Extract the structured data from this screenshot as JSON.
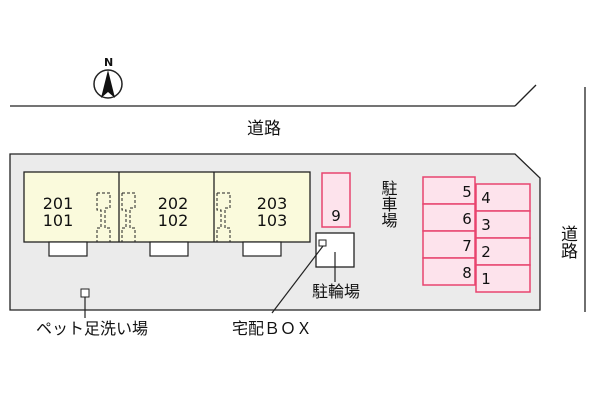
{
  "compass": {
    "label": "N"
  },
  "roads": {
    "top": "道路",
    "right": "道路"
  },
  "buildings": [
    {
      "upper": "201",
      "lower": "101"
    },
    {
      "upper": "202",
      "lower": "102"
    },
    {
      "upper": "203",
      "lower": "103"
    }
  ],
  "parking": {
    "label": "駐車場",
    "stall_9": "9",
    "stalls_left": [
      "5",
      "6",
      "7",
      "8"
    ],
    "stalls_right": [
      "4",
      "3",
      "2",
      "1"
    ]
  },
  "bicycle_parking": {
    "label": "駐輪場"
  },
  "delivery_box": {
    "label": "宅配ＢＯＸ"
  },
  "pet_wash": {
    "label": "ペット足洗い場"
  },
  "colors": {
    "site": "#ebebeb",
    "building": "#fafadc",
    "parking_fill": "#fde3ec",
    "parking_stroke": "#e8456f",
    "line": "#222222"
  }
}
